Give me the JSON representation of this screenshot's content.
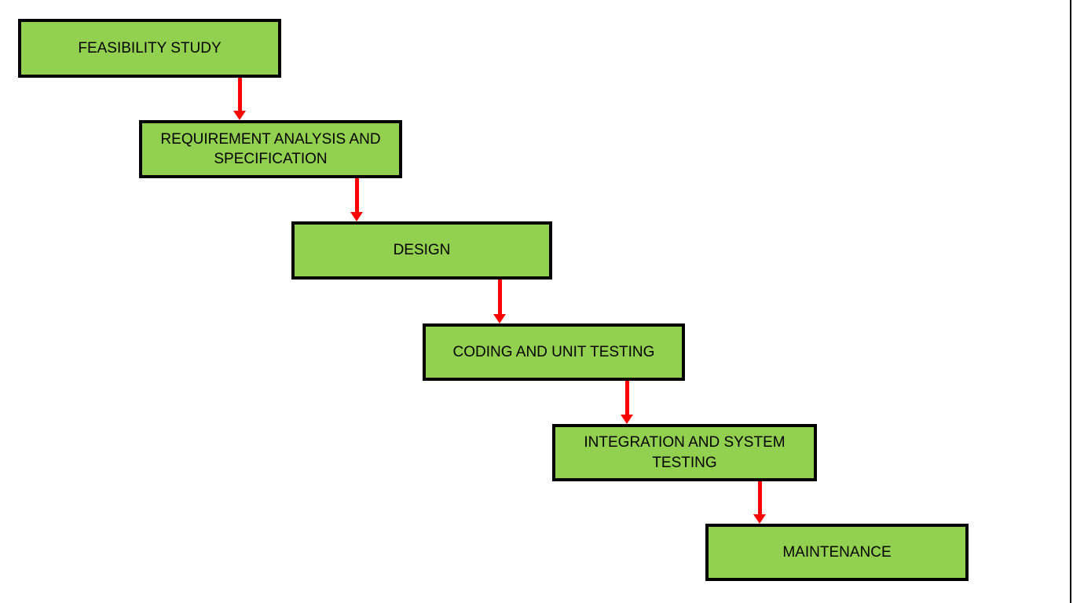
{
  "diagram": {
    "type": "flowchart-waterfall",
    "nodes": [
      {
        "id": "feasibility-study",
        "label": "FEASIBILITY STUDY"
      },
      {
        "id": "requirement-analysis-and-specification",
        "label": "REQUIREMENT ANALYSIS AND SPECIFICATION"
      },
      {
        "id": "design",
        "label": "DESIGN"
      },
      {
        "id": "coding-and-unit-testing",
        "label": "CODING AND UNIT TESTING"
      },
      {
        "id": "integration-and-system-testing",
        "label": "INTEGRATION AND SYSTEM TESTING"
      },
      {
        "id": "maintenance",
        "label": "MAINTENANCE"
      }
    ],
    "connections": [
      {
        "from": "feasibility-study",
        "to": "requirement-analysis-and-specification",
        "direction": "down"
      },
      {
        "from": "requirement-analysis-and-specification",
        "to": "design",
        "direction": "down"
      },
      {
        "from": "design",
        "to": "coding-and-unit-testing",
        "direction": "down"
      },
      {
        "from": "coding-and-unit-testing",
        "to": "integration-and-system-testing",
        "direction": "down"
      },
      {
        "from": "integration-and-system-testing",
        "to": "maintenance",
        "direction": "down"
      }
    ],
    "colors": {
      "node_fill": "#92D050",
      "node_border": "#000000",
      "arrow": "#FF0000",
      "text": "#000000",
      "background": "#FFFFFF"
    }
  }
}
